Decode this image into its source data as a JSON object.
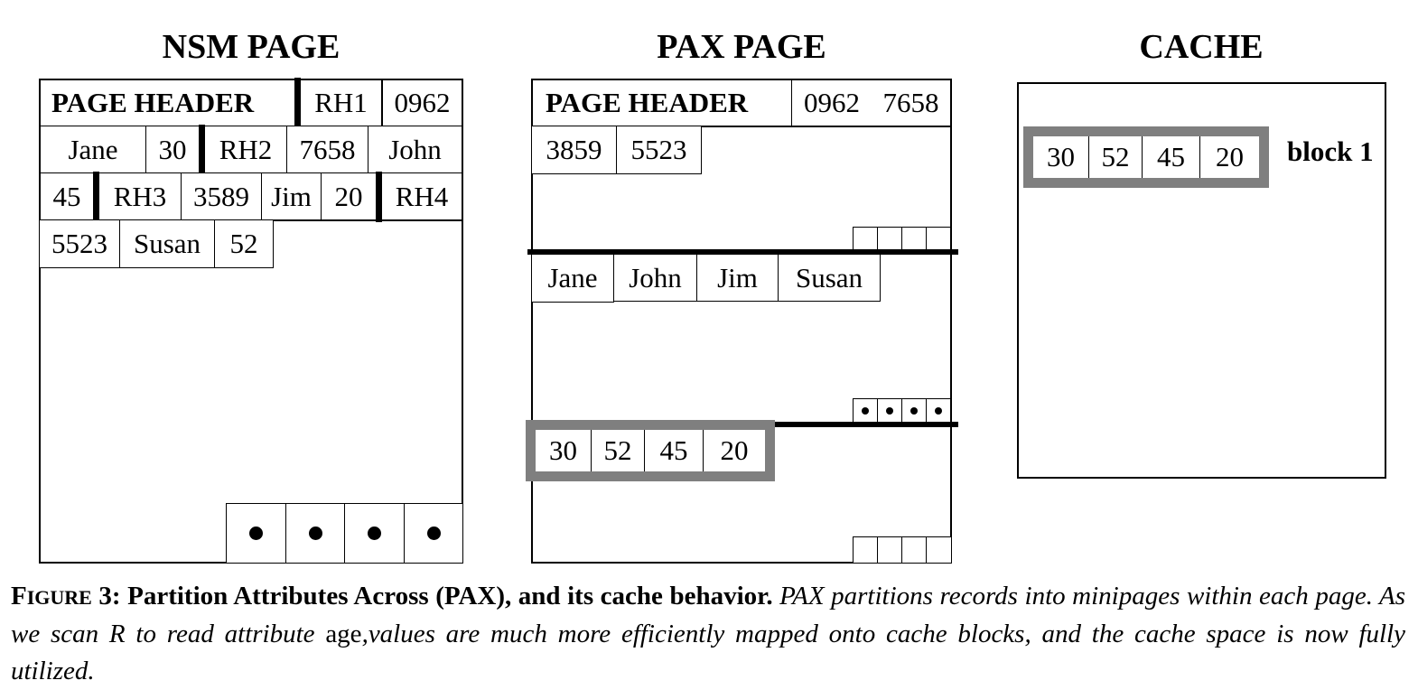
{
  "nsm": {
    "title": "NSM PAGE",
    "header_label": "PAGE HEADER",
    "row1": [
      "RH1",
      "0962"
    ],
    "row2": [
      "Jane",
      "30",
      "RH2",
      "7658",
      "John"
    ],
    "row3": [
      "45",
      "RH3",
      "3589",
      "Jim",
      "20",
      "RH4"
    ],
    "row4": [
      "5523",
      "Susan",
      "52"
    ]
  },
  "pax": {
    "title": "PAX PAGE",
    "header_label": "PAGE HEADER",
    "ids_row1": [
      "0962",
      "7658"
    ],
    "ids_row2": [
      "3859",
      "5523"
    ],
    "names": [
      "Jane",
      "John",
      "Jim",
      "Susan"
    ],
    "ages": [
      "30",
      "52",
      "45",
      "20"
    ]
  },
  "cache": {
    "title": "CACHE",
    "block_values": [
      "30",
      "52",
      "45",
      "20"
    ],
    "block_label": "block 1"
  },
  "caption": {
    "fig_cap": "F",
    "fig_small": "IGURE",
    "fig_num": " 3: Partition Attributes Across (PAX), and its cache behavior.",
    "text1": " PAX partitions records into minipages within each page. As we scan R to read attribute ",
    "attr": "age",
    "text2": ",values are much more efficiently mapped onto cache blocks, and the cache space is now fully utilized."
  },
  "colors": {
    "highlight_border": "#7f7f7f",
    "ink": "#000000"
  }
}
